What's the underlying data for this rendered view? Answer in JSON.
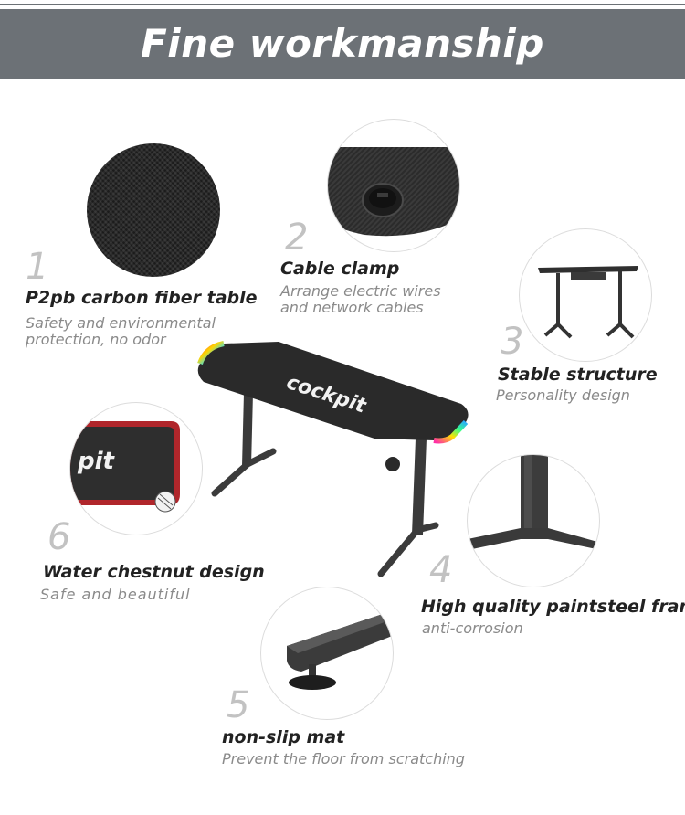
{
  "header": {
    "title": "Fine workmanship"
  },
  "desk": {
    "brand": "cockpit"
  },
  "features": [
    {
      "number": "1",
      "title": "P2pb carbon fiber table",
      "desc_lines": [
        "Safety and environmental",
        "protection, no odor"
      ]
    },
    {
      "number": "2",
      "title": "Cable clamp",
      "desc_lines": [
        "Arrange electric wires",
        "and network cables"
      ]
    },
    {
      "number": "3",
      "title": "Stable structure",
      "desc_lines": [
        "Personality design"
      ]
    },
    {
      "number": "4",
      "title": "High quality paintsteel frame",
      "desc_lines": [
        "anti-corrosion"
      ]
    },
    {
      "number": "5",
      "title": "non-slip mat",
      "desc_lines": [
        "Prevent the floor from scratching"
      ]
    },
    {
      "number": "6",
      "title": "Water chestnut design",
      "desc_lines": [
        "Safe and beautiful"
      ]
    }
  ],
  "colors": {
    "header_bg": "#6c7176",
    "title_text": "#222222",
    "desc_text": "#8a8a8a",
    "number_text": "#c2c2c2"
  }
}
